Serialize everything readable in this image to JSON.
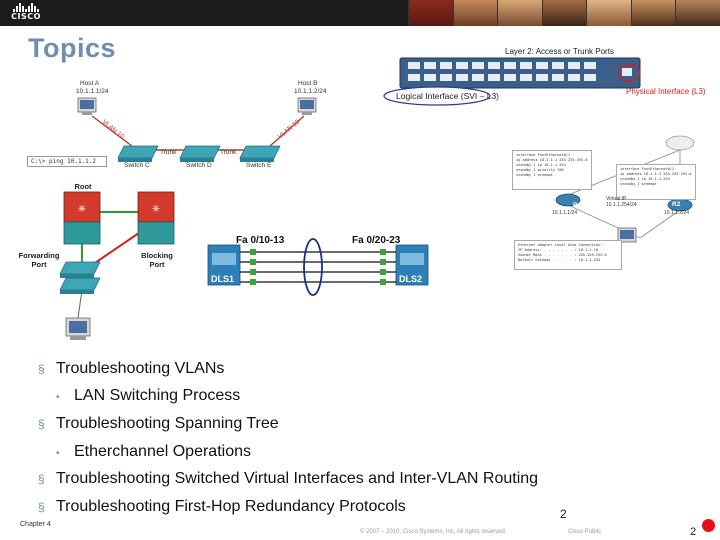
{
  "header": {
    "logo_text": "CISCO"
  },
  "title": "Topics",
  "diagram": {
    "host_a": {
      "name": "Host A",
      "ip": "10.1.1.1/24"
    },
    "host_b": {
      "name": "Host B",
      "ip": "10.1.1.2/24"
    },
    "switch_c": "Switch C",
    "switch_d": "Switch D",
    "switch_e": "Switch E",
    "trunk_1": "Trunk",
    "trunk_2": "Trunk",
    "vlan_left": "VLAN 10",
    "vlan_right": "VLAN 10",
    "ping_cmd": "C:\\> ping 10.1.1.2",
    "root": "Root",
    "forwarding_port": "Forwarding\nPort",
    "blocking_port": "Blocking\nPort",
    "fa_left": "Fa 0/10-13",
    "fa_right": "Fa 0/20-23",
    "dls1": "DLS1",
    "dls2": "DLS2",
    "layer2_title": "Layer 2: Access or Trunk Ports",
    "logical_interface": "Logical Interface (SVI – L3)",
    "physical_interface": "Physical Interface (L3)",
    "r1": "R1",
    "r2": "R2",
    "virtual_ip_label": "Virtual IP",
    "virtual_ip": "10.1.1.254/24",
    "net_left": "10.1.1.1/24",
    "net_right": "10.1.1.2/24"
  },
  "bullets": [
    {
      "text": "Troubleshooting VLANs",
      "level": 1
    },
    {
      "text": "LAN Switching Process",
      "level": 2
    },
    {
      "text": "Troubleshooting Spanning Tree",
      "level": 1
    },
    {
      "text": "Etherchannel Operations",
      "level": 2
    },
    {
      "text": "Troubleshooting Switched Virtual Interfaces and Inter-VLAN Routing",
      "level": 1
    },
    {
      "text": "Troubleshooting First-Hop Redundancy Protocols",
      "level": 1
    }
  ],
  "footer": {
    "chapter": "Chapter 4",
    "page_mid": "2",
    "copyright": "© 2007 – 2010, Cisco Systems, Inc. All rights reserved.",
    "classification": "Cisco Public",
    "page_number": "2"
  },
  "colors": {
    "title": "#6f8fb0",
    "link_red": "#d61e1e",
    "switch_teal": "#2f9a9a",
    "switch_blue": "#3d7fb0",
    "port_green": "#3aa43a"
  }
}
